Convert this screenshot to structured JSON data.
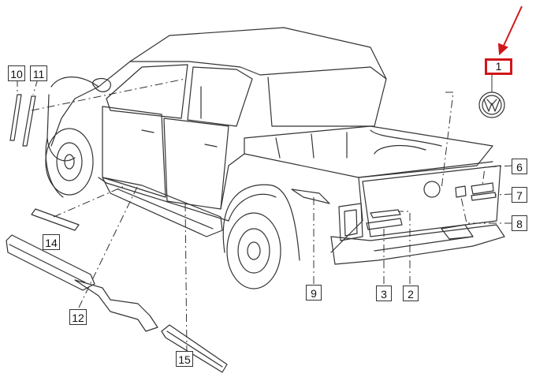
{
  "diagram": {
    "callouts": [
      {
        "id": "c1",
        "label": "1"
      },
      {
        "id": "c2",
        "label": "2"
      },
      {
        "id": "c3",
        "label": "3"
      },
      {
        "id": "c6",
        "label": "6"
      },
      {
        "id": "c7",
        "label": "7"
      },
      {
        "id": "c8",
        "label": "8"
      },
      {
        "id": "c9",
        "label": "9"
      },
      {
        "id": "c10",
        "label": "10"
      },
      {
        "id": "c11",
        "label": "11"
      },
      {
        "id": "c12",
        "label": "12"
      },
      {
        "id": "c14",
        "label": "14"
      },
      {
        "id": "c15",
        "label": "15"
      }
    ],
    "highlight_color": "#d0161a",
    "line_color": "#333333",
    "watermark": "",
    "emblem": "vw-emblem-icon"
  }
}
